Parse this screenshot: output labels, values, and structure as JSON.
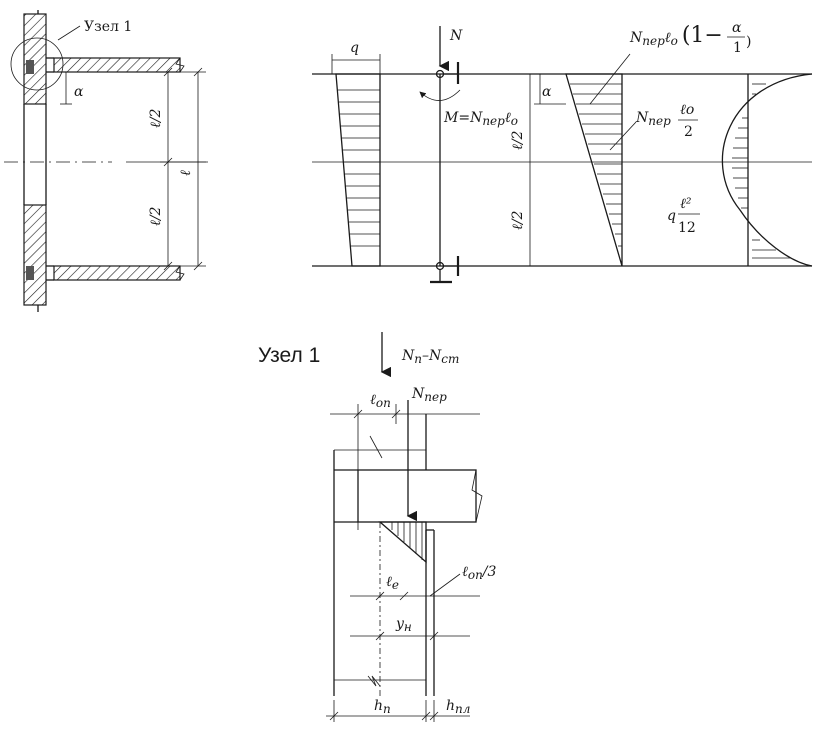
{
  "node_label_top": "Узел 1",
  "node_title": "Узел 1",
  "labels": {
    "q": "q",
    "N": "N",
    "half_len_a": "ℓ/2",
    "half_len_b": "ℓ/2",
    "full_len": "ℓ",
    "alpha_left": "α",
    "alpha_right": "α",
    "half_len_c": "ℓ/2",
    "half_len_d": "ℓ/2",
    "moment_eq": "M=N",
    "moment_sub": "пер",
    "moment_l": "ℓ",
    "moment_lsub": "о",
    "n_top_main": "N",
    "n_top_sub": "пер",
    "n_top_l": "ℓ",
    "n_top_lsub": "о",
    "n_top_paren_open": "(1−",
    "n_top_frac_num": "α",
    "n_top_frac_den": "1",
    "n_top_paren_close": ")",
    "n_mid_main": "N",
    "n_mid_sub": "пер",
    "n_mid_frac_num": "ℓо",
    "n_mid_frac_den": "2",
    "q_moment_q": "q",
    "q_moment_num": "ℓ²",
    "q_moment_den": "12",
    "node_force_main": "N",
    "node_force_sub1": "п",
    "node_force_dash": "–N",
    "node_force_sub2": "ст",
    "node_n_per": "N",
    "node_n_per_sub": "пер",
    "l_op": "ℓ",
    "l_op_sub": "оп",
    "l_e": "ℓ",
    "l_e_sub": "е",
    "l_op3": "ℓ",
    "l_op3_sub": "оп",
    "l_op3_tail": "/3",
    "y_n": "y",
    "y_n_sub": "н",
    "h_n": "h",
    "h_n_sub": "п",
    "h_w": "h",
    "h_w_sub": "пл"
  }
}
